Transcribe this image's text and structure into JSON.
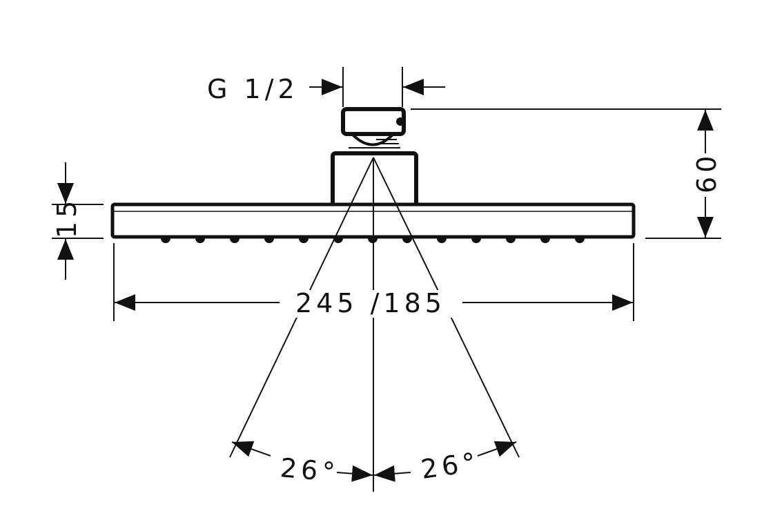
{
  "title": "Overhead shower dimensional drawing",
  "labels": {
    "thread": "G 1/2",
    "height": "60",
    "thickness": "15",
    "width": "245 /185",
    "angle_left": "26°",
    "angle_right": "26°"
  },
  "colors": {
    "line": "#111111",
    "background": "#ffffff"
  }
}
